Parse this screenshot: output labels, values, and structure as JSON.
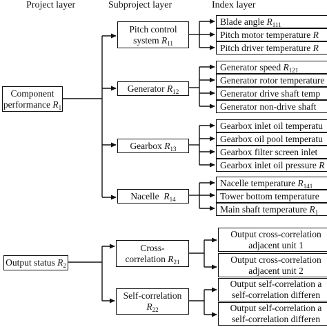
{
  "headers": {
    "project": "Project layer",
    "subproject": "Subproject layer",
    "index": "Index layer"
  },
  "project": [
    {
      "line1": "Component",
      "line2": "performance",
      "sym": "R",
      "sub": "1"
    },
    {
      "line1": "Output status",
      "sym": "R",
      "sub": "2"
    }
  ],
  "subprojects": [
    {
      "line1": "Pitch control",
      "line2": "system",
      "sym": "R",
      "sub": "11"
    },
    {
      "line1": "Generator",
      "sym": "R",
      "sub": "12"
    },
    {
      "line1": "Gearbox",
      "sym": "R",
      "sub": "13"
    },
    {
      "line1": "Nacelle",
      "sym": "R",
      "sub": "14"
    },
    {
      "line1": "Cross-",
      "line2": "correlation",
      "sym": "R",
      "sub": "21"
    },
    {
      "line1": "Self-correlation",
      "sym": "R",
      "sub": "22"
    }
  ],
  "indices": [
    {
      "text": "Blade angle",
      "sym": "R",
      "sub": "111"
    },
    {
      "text": "Pitch motor temperature",
      "sym": "R",
      "sub": ""
    },
    {
      "text": "Pitch driver temperature",
      "sym": "R",
      "sub": ""
    },
    {
      "text": "Generator speed",
      "sym": "R",
      "sub": "121"
    },
    {
      "text": "Generator rotor temperature",
      "sym": "",
      "sub": ""
    },
    {
      "text": "Generator drive shaft temp",
      "sym": "",
      "sub": ""
    },
    {
      "text": "Generator non-drive shaft",
      "sym": "",
      "sub": ""
    },
    {
      "text": "Gearbox inlet oil temperatu",
      "sym": "",
      "sub": ""
    },
    {
      "text": "Gearbox oil pool temperatu",
      "sym": "",
      "sub": ""
    },
    {
      "text": "Gearbox filter screen inlet",
      "sym": "",
      "sub": ""
    },
    {
      "text": "Gearbox inlet oil pressure",
      "sym": "R",
      "sub": ""
    },
    {
      "text": "Nacelle temperature",
      "sym": "R",
      "sub": "141"
    },
    {
      "text": "Tower bottom temperature",
      "sym": "",
      "sub": ""
    },
    {
      "text": "Main shaft temperature",
      "sym": "R",
      "sub": "1"
    },
    {
      "line1": "Output cross-correlation",
      "line2": "adjacent unit 1"
    },
    {
      "line1": "Output cross-correlation",
      "line2": "adjacent unit 2"
    },
    {
      "line1": "Output self-correlation a",
      "line2": "self-correlation differen"
    },
    {
      "line1": "Output self-correlation a",
      "line2": "self-correlation differen"
    }
  ]
}
